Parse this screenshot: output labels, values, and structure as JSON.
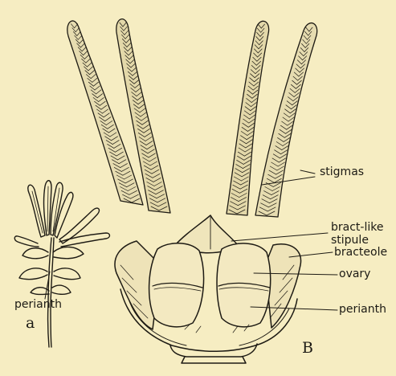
{
  "figure": {
    "labels": {
      "stigmas": "stigmas",
      "bract_like_stipule": [
        "bract-like",
        "stipule"
      ],
      "bracteole": "bracteole",
      "ovary": "ovary",
      "perianth_right": "perianth",
      "perianth_left": "perianth"
    },
    "part_letters": {
      "a": "a",
      "b": "B"
    }
  }
}
